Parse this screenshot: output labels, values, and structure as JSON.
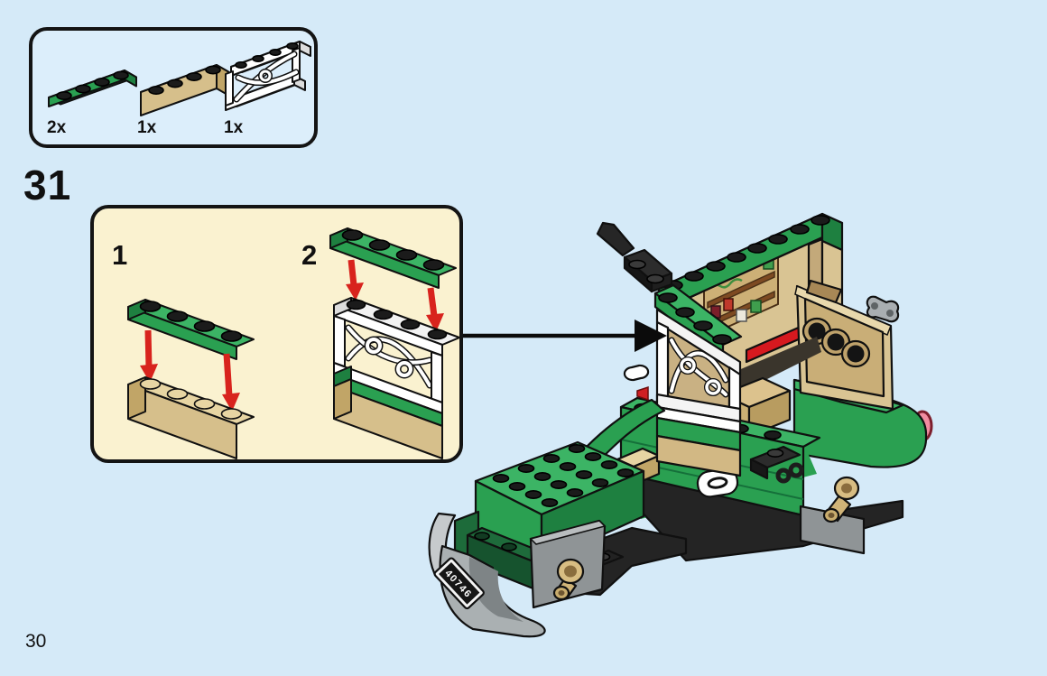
{
  "page": {
    "number": "30",
    "background_color": "#d5eaf8"
  },
  "step": {
    "number": "31",
    "substeps": [
      {
        "label": "1"
      },
      {
        "label": "2"
      }
    ]
  },
  "parts_callout": {
    "items": [
      {
        "part": "green-1x4-plate",
        "qty": "2x",
        "color": "#2aa051"
      },
      {
        "part": "tan-1x4-brick",
        "qty": "1x",
        "color": "#d6bf8b"
      },
      {
        "part": "white-ornate-fence-1x4",
        "qty": "1x",
        "color": "#ffffff"
      }
    ]
  },
  "model": {
    "license_plate": "40746"
  },
  "colors": {
    "panel_blue": "#dceefb",
    "panel_cream": "#faf2d0",
    "outline": "#141414",
    "green_top": "#3cb465",
    "green_front": "#2aa051",
    "green_side": "#1e8040",
    "dark_green": "#16532e",
    "tan_top": "#e7d5a3",
    "tan_front": "#d6bf8b",
    "tan_side": "#c1a567",
    "red_arrow": "#d8231d",
    "red_stripe": "#d6191f",
    "pink_light": "#f18ca0",
    "gray_light": "#c6cacc",
    "gray_mid": "#a9aeb1",
    "black_part": "#242424",
    "white_part": "#ffffff"
  }
}
